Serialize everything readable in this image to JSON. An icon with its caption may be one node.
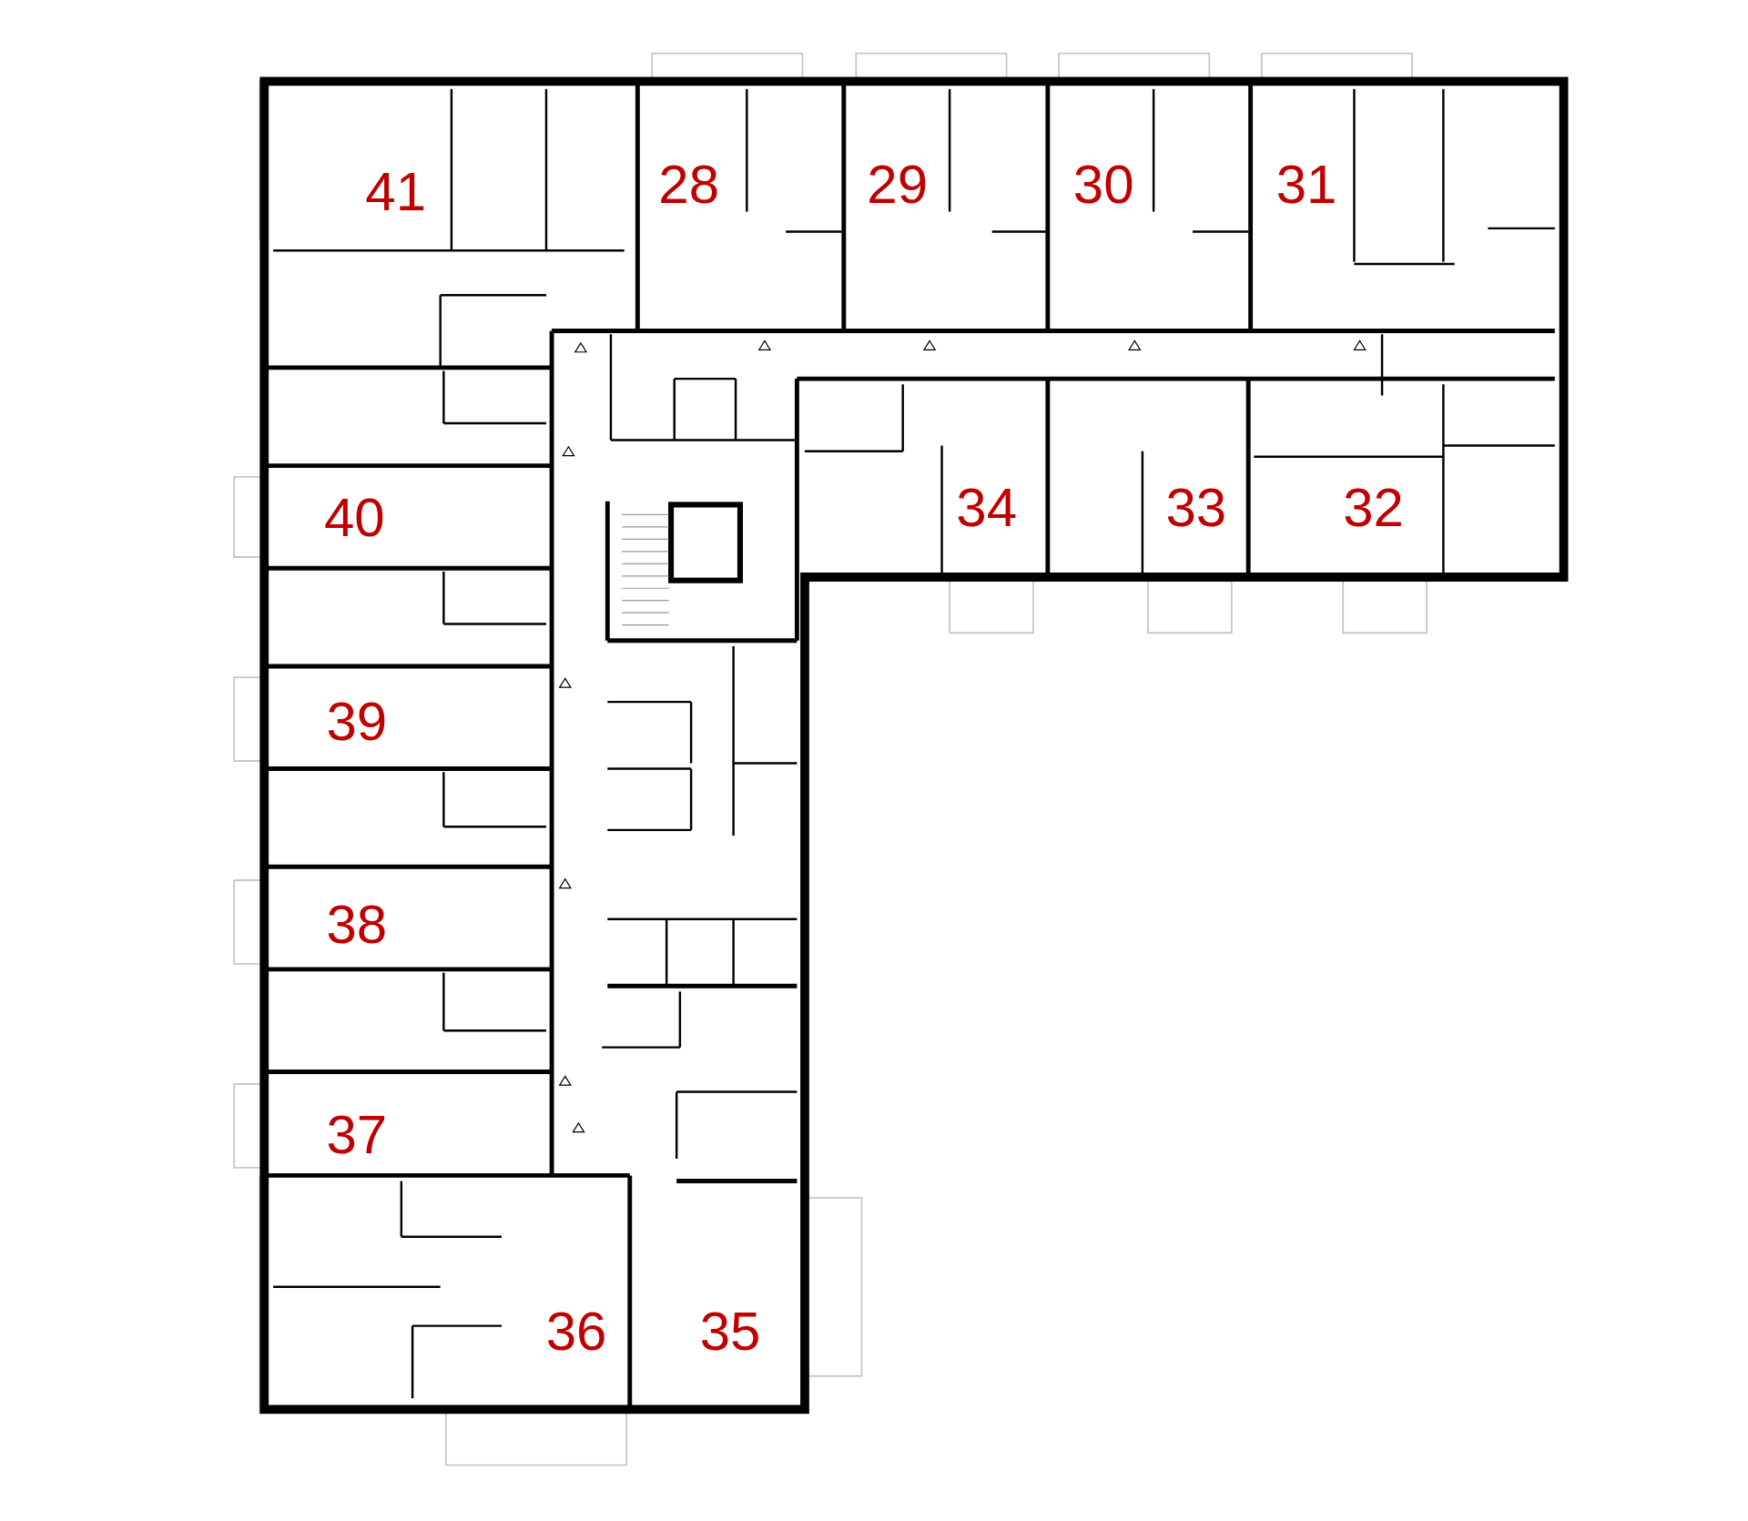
{
  "diagram": {
    "labels": [
      "41",
      "28",
      "29",
      "30",
      "31",
      "40",
      "34",
      "33",
      "32",
      "39",
      "38",
      "37",
      "36",
      "35"
    ]
  }
}
